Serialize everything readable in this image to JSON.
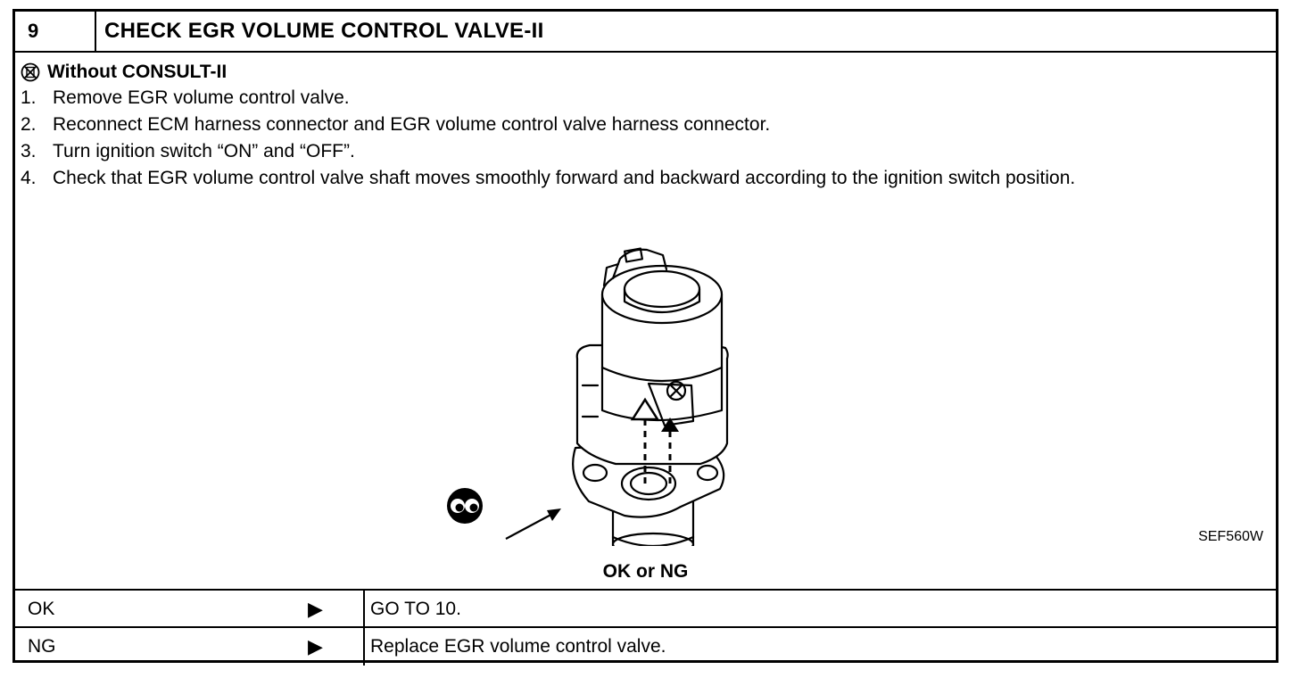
{
  "header": {
    "step_number": "9",
    "title": "CHECK EGR VOLUME CONTROL VALVE-II"
  },
  "mode": {
    "icon": "no-consult-icon",
    "label": "Without CONSULT-II"
  },
  "steps": [
    {
      "num": "1.",
      "text": "Remove EGR volume control valve."
    },
    {
      "num": "2.",
      "text": "Reconnect ECM harness connector and EGR volume control valve harness connector."
    },
    {
      "num": "3.",
      "text": "Turn ignition switch “ON” and “OFF”."
    },
    {
      "num": "4.",
      "text": "Check that EGR volume control valve shaft moves smoothly forward and backward according to the ignition switch position."
    }
  ],
  "figure": {
    "code": "SEF560W",
    "icon": "inspection-eyes-icon"
  },
  "verdict": "OK or NG",
  "results": [
    {
      "label": "OK",
      "arrow": "▶",
      "action": "GO TO 10."
    },
    {
      "label": "NG",
      "arrow": "▶",
      "action": "Replace EGR volume control valve."
    }
  ]
}
